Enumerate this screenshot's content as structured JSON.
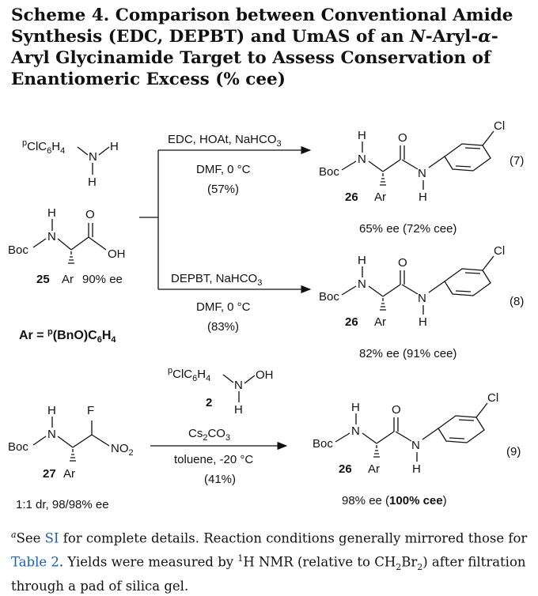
{
  "title": {
    "prefix": "Scheme 4. Comparison between Conventional Amide Synthesis (EDC, DEPBT) and UmAS of an ",
    "italic": "N",
    "mid": "-Aryl-",
    "alpha": "α",
    "suffix": "-Aryl Glycinamide Target to Assess Conservation of Enantiomeric Excess (% cee)"
  },
  "reactions": {
    "r7": {
      "reagents": "EDC, HOAt, NaHCO3",
      "conditions": "DMF, 0 °C",
      "yield": "(57%)",
      "eq": "(7)",
      "ee_result": "65% ee (72% cee)"
    },
    "r8": {
      "reagents": "DEPBT, NaHCO3",
      "conditions": "DMF, 0 °C",
      "yield": "(83%)",
      "eq": "(8)",
      "ee_result": "82% ee (91% cee)"
    },
    "r9": {
      "reagent2": "2",
      "base": "Cs2CO3",
      "conditions": "toluene, -20 °C",
      "yield": "(41%)",
      "eq": "(9)",
      "ee_result_a": "98% ee (",
      "ee_result_b": "100% cee",
      "ee_result_c": ")"
    }
  },
  "compounds": {
    "c25": {
      "label": "25",
      "ee": "90% ee"
    },
    "c26": {
      "label": "26"
    },
    "c27": {
      "label": "27",
      "dr": "1:1 dr, 98/98% ee"
    },
    "ar_def": "Ar = p(BnO)C6H4"
  },
  "atoms": {
    "boc": "Boc",
    "ar": "Ar",
    "cl": "Cl",
    "oh": "OH",
    "o": "O",
    "h": "H",
    "n": "N",
    "f": "F",
    "no2": "NO2",
    "pclc6h4": "pClC6H4"
  },
  "footnote": {
    "a": "a",
    "see": "See ",
    "si": "SI",
    "t1": " for complete details. Reaction conditions generally mirrored those for ",
    "table": "Table 2",
    "t2": ". Yields were measured by ",
    "nmr": "H NMR (relative to CH",
    "t3": ") after filtration through a pad of silica gel."
  }
}
